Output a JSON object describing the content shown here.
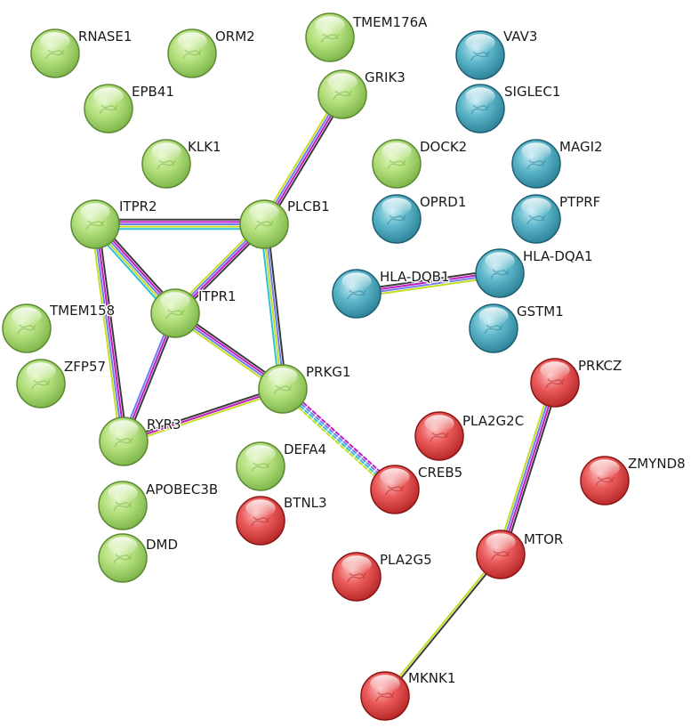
{
  "nodes": [
    {
      "id": "RNASE1",
      "label": "RNASE1",
      "cluster": "green"
    },
    {
      "id": "ORM2",
      "label": "ORM2",
      "cluster": "green"
    },
    {
      "id": "TMEM176A",
      "label": "TMEM176A",
      "cluster": "green"
    },
    {
      "id": "VAV3",
      "label": "VAV3",
      "cluster": "blue"
    },
    {
      "id": "EPB41",
      "label": "EPB41",
      "cluster": "green"
    },
    {
      "id": "GRIK3",
      "label": "GRIK3",
      "cluster": "green"
    },
    {
      "id": "SIGLEC1",
      "label": "SIGLEC1",
      "cluster": "blue"
    },
    {
      "id": "KLK1",
      "label": "KLK1",
      "cluster": "green"
    },
    {
      "id": "DOCK2",
      "label": "DOCK2",
      "cluster": "green"
    },
    {
      "id": "MAGI2",
      "label": "MAGI2",
      "cluster": "blue"
    },
    {
      "id": "ITPR2",
      "label": "ITPR2",
      "cluster": "green"
    },
    {
      "id": "PLCB1",
      "label": "PLCB1",
      "cluster": "green"
    },
    {
      "id": "OPRD1",
      "label": "OPRD1",
      "cluster": "blue"
    },
    {
      "id": "PTPRF",
      "label": "PTPRF",
      "cluster": "blue"
    },
    {
      "id": "HLA-DQA1",
      "label": "HLA-DQA1",
      "cluster": "blue"
    },
    {
      "id": "HLA-DQB1",
      "label": "HLA-DQB1",
      "cluster": "blue"
    },
    {
      "id": "ITPR1",
      "label": "ITPR1",
      "cluster": "green"
    },
    {
      "id": "TMEM158",
      "label": "TMEM158",
      "cluster": "green"
    },
    {
      "id": "GSTM1",
      "label": "GSTM1",
      "cluster": "blue"
    },
    {
      "id": "ZFP57",
      "label": "ZFP57",
      "cluster": "green"
    },
    {
      "id": "PRKG1",
      "label": "PRKG1",
      "cluster": "green"
    },
    {
      "id": "PRKCZ",
      "label": "PRKCZ",
      "cluster": "red"
    },
    {
      "id": "PLA2G2C",
      "label": "PLA2G2C",
      "cluster": "red"
    },
    {
      "id": "RYR3",
      "label": "RYR3",
      "cluster": "green"
    },
    {
      "id": "DEFA4",
      "label": "DEFA4",
      "cluster": "green"
    },
    {
      "id": "CREB5",
      "label": "CREB5",
      "cluster": "red"
    },
    {
      "id": "ZMYND8",
      "label": "ZMYND8",
      "cluster": "red"
    },
    {
      "id": "APOBEC3B",
      "label": "APOBEC3B",
      "cluster": "green"
    },
    {
      "id": "BTNL3",
      "label": "BTNL3",
      "cluster": "red"
    },
    {
      "id": "DMD",
      "label": "DMD",
      "cluster": "green"
    },
    {
      "id": "MTOR",
      "label": "MTOR",
      "cluster": "red"
    },
    {
      "id": "PLA2G5",
      "label": "PLA2G5",
      "cluster": "red"
    },
    {
      "id": "MKNK1",
      "label": "MKNK1",
      "cluster": "red"
    }
  ],
  "edges": [
    {
      "from": "GRIK3",
      "to": "PLCB1",
      "evidence": [
        "black",
        "magenta",
        "blue",
        "yellow"
      ]
    },
    {
      "from": "ITPR2",
      "to": "PLCB1",
      "evidence": [
        "black",
        "magenta",
        "blue",
        "yellow",
        "cyan"
      ]
    },
    {
      "from": "ITPR2",
      "to": "ITPR1",
      "evidence": [
        "black",
        "magenta",
        "blue",
        "yellow",
        "cyan"
      ]
    },
    {
      "from": "ITPR2",
      "to": "RYR3",
      "evidence": [
        "black",
        "magenta",
        "blue",
        "yellow"
      ]
    },
    {
      "from": "PLCB1",
      "to": "ITPR1",
      "evidence": [
        "black",
        "magenta",
        "blue",
        "yellow"
      ]
    },
    {
      "from": "PLCB1",
      "to": "PRKG1",
      "evidence": [
        "black",
        "blue",
        "yellow",
        "cyan"
      ]
    },
    {
      "from": "ITPR1",
      "to": "PRKG1",
      "evidence": [
        "black",
        "magenta",
        "blue",
        "yellow"
      ]
    },
    {
      "from": "ITPR1",
      "to": "RYR3",
      "evidence": [
        "black",
        "magenta",
        "blue"
      ]
    },
    {
      "from": "RYR3",
      "to": "PRKG1",
      "evidence": [
        "black",
        "magenta",
        "yellow"
      ]
    },
    {
      "from": "PRKG1",
      "to": "CREB5",
      "evidence": [
        "magenta",
        "blue",
        "cyan",
        "yellow"
      ],
      "style": "dashed"
    },
    {
      "from": "HLA-DQB1",
      "to": "HLA-DQA1",
      "evidence": [
        "black",
        "magenta",
        "blue",
        "yellow"
      ]
    },
    {
      "from": "PRKCZ",
      "to": "MTOR",
      "evidence": [
        "black",
        "magenta",
        "blue",
        "yellow"
      ]
    },
    {
      "from": "MTOR",
      "to": "MKNK1",
      "evidence": [
        "black",
        "yellow"
      ]
    }
  ],
  "colors": {
    "green": {
      "light": "#e4f7c8",
      "mid": "#b5e07e",
      "dark": "#79b246",
      "rim": "#5c8a33"
    },
    "blue": {
      "light": "#c9ecf5",
      "mid": "#5cb6c9",
      "dark": "#2a7f96",
      "rim": "#1e5f73"
    },
    "red": {
      "light": "#fac1c1",
      "mid": "#ea5a5a",
      "dark": "#b52424",
      "rim": "#8a1515"
    },
    "evidence": {
      "black": "#3b3b3b",
      "magenta": "#c21bc2",
      "blue": "#6f7ef2",
      "yellow": "#c5dd22",
      "cyan": "#2ec1d4"
    }
  }
}
